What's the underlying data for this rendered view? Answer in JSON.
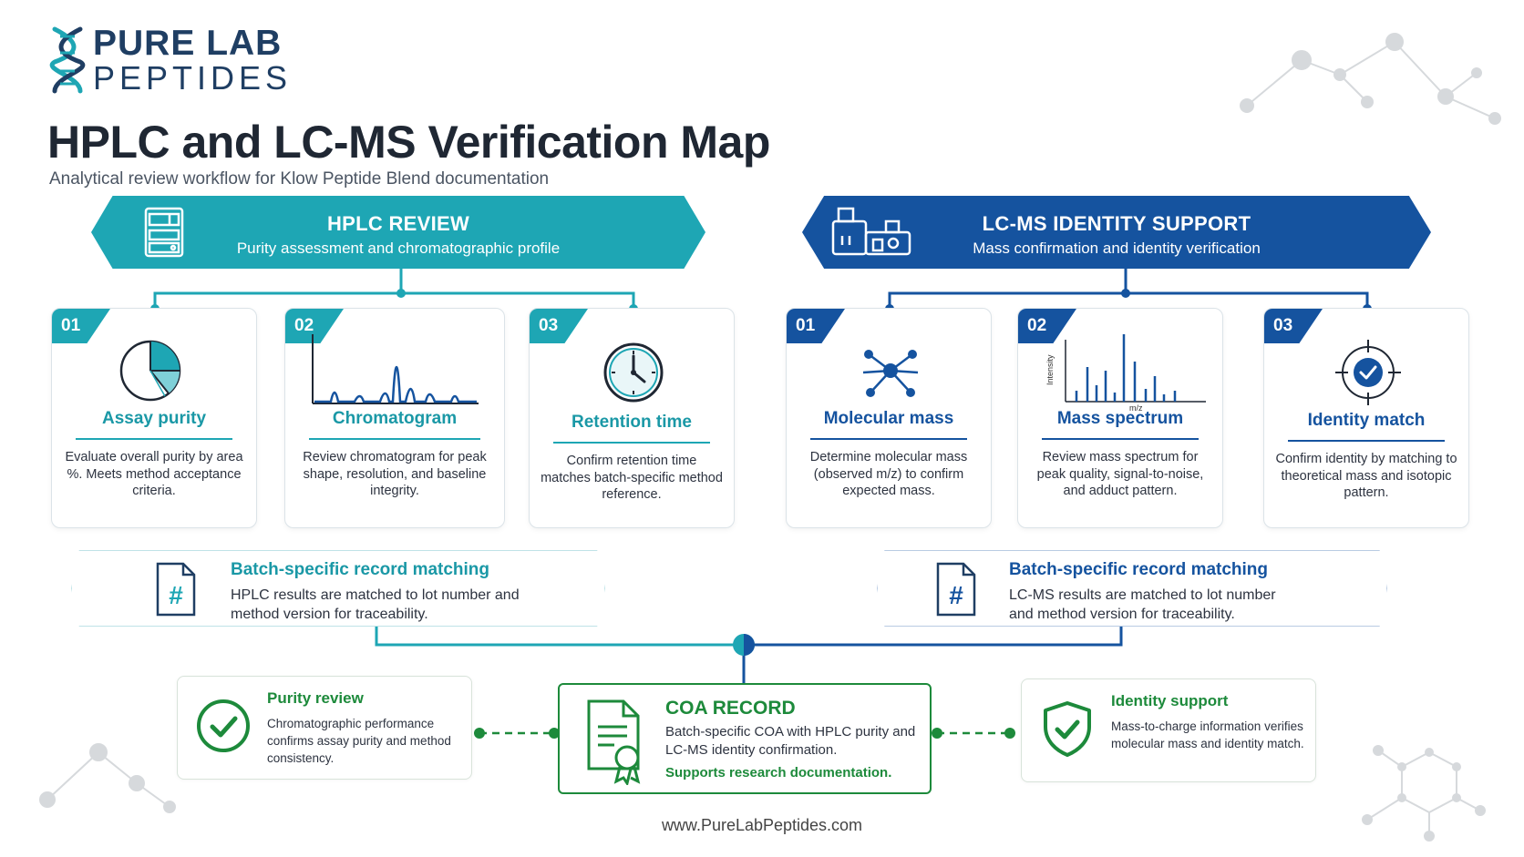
{
  "brand": {
    "line1": "PURE LAB",
    "line2": "PEPTIDES"
  },
  "header": {
    "title": "HPLC and LC-MS Verification Map",
    "subtitle": "Analytical review workflow for Klow Peptide Blend documentation"
  },
  "hplc": {
    "title": "HPLC REVIEW",
    "subtitle": "Purity assessment and chromatographic profile",
    "steps": [
      {
        "num": "01",
        "title": "Assay purity",
        "desc": "Evaluate overall purity by area %. Meets method acceptance criteria.",
        "icon": "pie-chart-icon"
      },
      {
        "num": "02",
        "title": "Chromatogram",
        "desc": "Review chromatogram for peak shape, resolution, and baseline integrity.",
        "icon": "chromatogram-icon"
      },
      {
        "num": "03",
        "title": "Retention time",
        "desc": "Confirm retention time matches batch-specific method reference.",
        "icon": "clock-icon"
      }
    ],
    "match": {
      "title": "Batch-specific record matching",
      "text": "HPLC results are matched to lot number and method version for traceability."
    }
  },
  "lcms": {
    "title": "LC-MS IDENTITY SUPPORT",
    "subtitle": "Mass confirmation and identity verification",
    "steps": [
      {
        "num": "01",
        "title": "Molecular mass",
        "desc": "Determine molecular mass (observed m/z) to confirm expected mass.",
        "icon": "molecule-icon"
      },
      {
        "num": "02",
        "title": "Mass spectrum",
        "desc": "Review mass spectrum for peak quality, signal-to-noise, and adduct pattern.",
        "icon": "mass-spectrum-icon",
        "y_axis": "Intensity",
        "x_axis": "m/z"
      },
      {
        "num": "03",
        "title": "Identity match",
        "desc": "Confirm identity by matching to theoretical mass and isotopic pattern.",
        "icon": "target-check-icon"
      }
    ],
    "match": {
      "title": "Batch-specific record matching",
      "text": "LC-MS results are matched to lot number and method version for traceability."
    }
  },
  "outcomes": {
    "purity": {
      "title": "Purity review",
      "text": "Chromatographic performance confirms assay purity and method consistency."
    },
    "coa": {
      "title": "COA RECORD",
      "text": "Batch-specific COA with HPLC purity and LC-MS identity confirmation.",
      "note": "Supports research documentation."
    },
    "identity": {
      "title": "Identity support",
      "text": "Mass-to-charge information verifies molecular mass and identity match."
    }
  },
  "footer": {
    "url": "www.PureLabPeptides.com"
  },
  "colors": {
    "teal": "#1ea6b4",
    "blue": "#15539f",
    "green": "#1d8a3b",
    "navy": "#1f3e63"
  }
}
